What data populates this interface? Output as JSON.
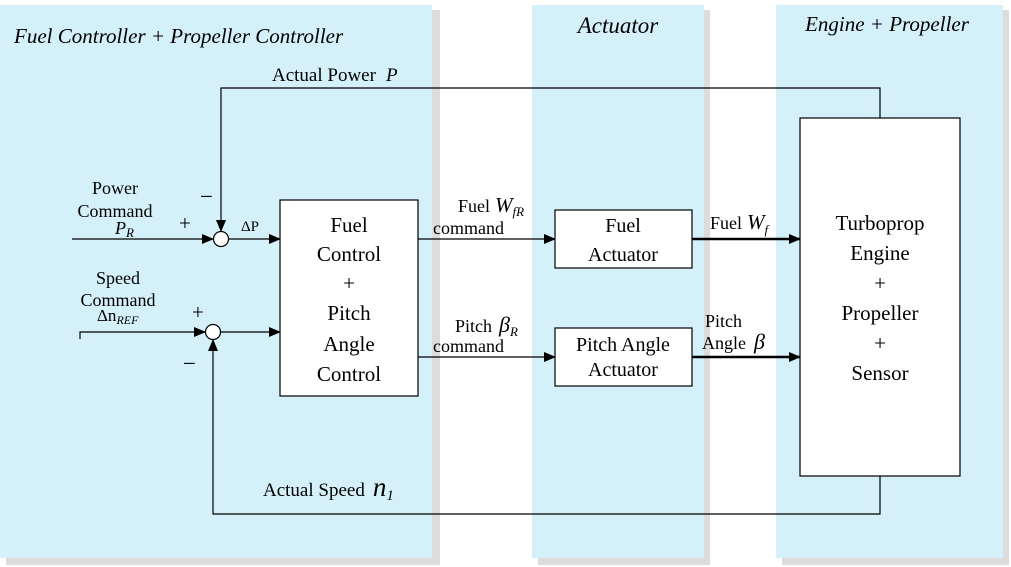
{
  "colors": {
    "panel": "#d4f1fa",
    "shadow": "#dcdcdc",
    "line": "#000000"
  },
  "regions": {
    "controller": "Fuel Controller + Propeller Controller",
    "actuator": "Actuator",
    "engine": "Engine + Propeller"
  },
  "blocks": {
    "control": [
      "Fuel",
      "Control",
      "+",
      "Pitch",
      "Angle",
      "Control"
    ],
    "fuel_actuator": [
      "Fuel",
      "Actuator"
    ],
    "pitch_actuator": [
      "Pitch Angle",
      "Actuator"
    ],
    "engine": [
      "Turboprop",
      "Engine",
      "+",
      "Propeller",
      "+",
      "Sensor"
    ]
  },
  "labels": {
    "actual_power": "Actual Power",
    "actual_power_sym": "P",
    "power_command_1": "Power",
    "power_command_2": "Command",
    "power_ref": "P",
    "power_ref_sub": "R",
    "plus_1": "+",
    "minus_1": "−",
    "delta_p": "ΔP",
    "speed_command_1": "Speed",
    "speed_command_2": "Command",
    "speed_ref": "Δn",
    "speed_ref_sub": "REF",
    "plus_2": "+",
    "minus_2": "−",
    "fuel_command_1": "Fuel",
    "fuel_command_sym": "W",
    "fuel_command_sub": "fR",
    "fuel_command_2": "command",
    "pitch_command_1": "Pitch",
    "pitch_command_sym": "β",
    "pitch_command_sub": "R",
    "pitch_command_2": "command",
    "fuel_out": "Fuel",
    "fuel_out_sym": "W",
    "fuel_out_sub": "f",
    "pitch_out_1": "Pitch",
    "pitch_out_2": "Angle",
    "pitch_out_sym": "β",
    "actual_speed": "Actual Speed",
    "actual_speed_sym": "n",
    "actual_speed_sub": "1"
  }
}
